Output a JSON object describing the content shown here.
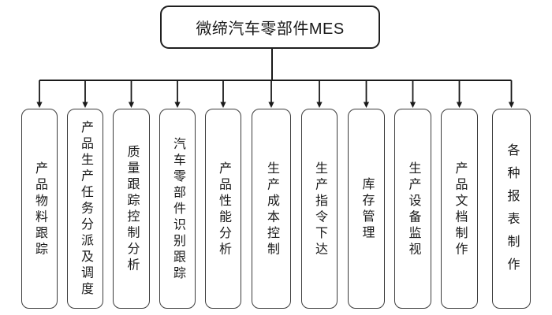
{
  "diagram": {
    "root_label": "微缔汽车零部件MES",
    "modules": [
      "产品物料跟踪",
      "产品生产任务分派及调度",
      "质量跟踪控制分析",
      "汽车零部件识别跟踪",
      "产品性能分析",
      "生产成本控制",
      "生产指令下达",
      "库存管理",
      "生产设备监视",
      "产品文档制作",
      "各种报表制作"
    ],
    "colors": {
      "line": "#1a1a1a",
      "box_border": "#3c3c3c",
      "text": "#1a1a1a",
      "background": "#ffffff"
    }
  }
}
